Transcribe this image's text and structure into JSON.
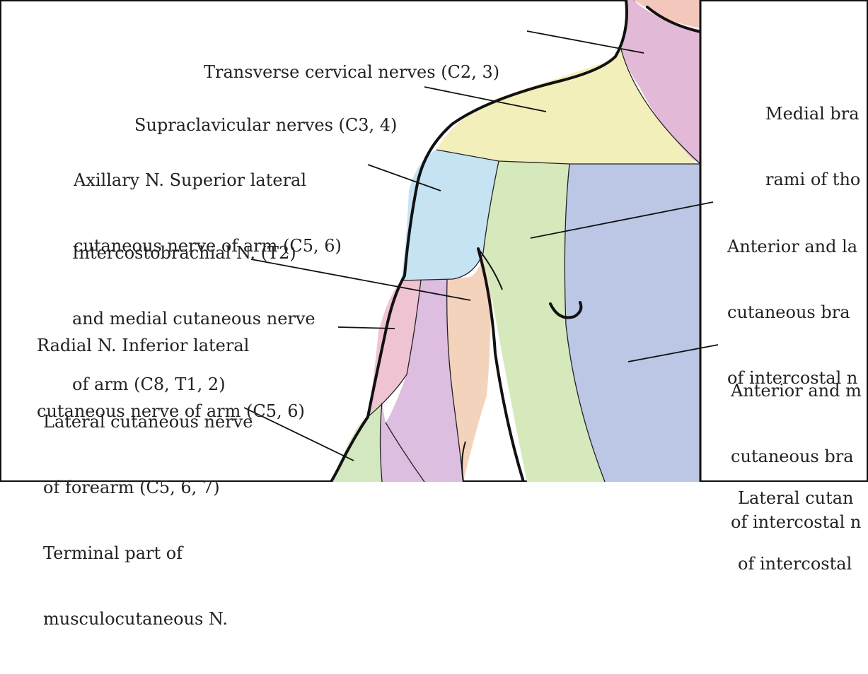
{
  "diagram": {
    "colors": {
      "neck": "#e2bad8",
      "shoulder": "#f3efbb",
      "deltoid": "#c5e3f2",
      "chest_strip": "#d6e9bc",
      "trunk": "#bcc7e6",
      "arm_pink": "#f0c3d3",
      "arm_mauve": "#ddbde0",
      "arm_peach": "#f4d3bc",
      "forearm_green": "#d3e8be",
      "face_skin": "#f3c7bc",
      "outline": "#111111"
    },
    "labels_left": [
      {
        "id": "transverse-cervical",
        "lines": [
          "Transverse cervical nerves (C2, 3)"
        ]
      },
      {
        "id": "supraclavicular",
        "lines": [
          "Supraclavicular nerves (C3, 4)"
        ]
      },
      {
        "id": "axillary",
        "lines": [
          "Axillary N. Superior lateral",
          "cutaneous nerve of arm (C5, 6)"
        ]
      },
      {
        "id": "intercostobrachial",
        "lines": [
          "Intercostobrachial N. (T2)",
          "and medial cutaneous nerve",
          "of arm (C8, T1, 2)"
        ]
      },
      {
        "id": "radial",
        "lines": [
          "Radial N. Inferior lateral",
          "cutaneous nerve of arm (C5, 6)"
        ]
      },
      {
        "id": "lateral-forearm",
        "lines": [
          "Lateral cutaneous nerve",
          "of forearm (C5, 6, 7)",
          "Terminal part of",
          "musculocutaneous N."
        ]
      }
    ],
    "labels_right": [
      {
        "id": "medial-branches",
        "lines": [
          "Medial bra",
          "rami of tho"
        ]
      },
      {
        "id": "anterior-lateral",
        "lines": [
          "Anterior and la",
          "cutaneous bra",
          "of intercostal n"
        ]
      },
      {
        "id": "anterior-medial",
        "lines": [
          "Anterior and m",
          "cutaneous bra",
          "of intercostal n"
        ]
      },
      {
        "id": "lateral-cutaneous",
        "lines": [
          "Lateral cutan",
          "of intercostal"
        ]
      }
    ]
  }
}
